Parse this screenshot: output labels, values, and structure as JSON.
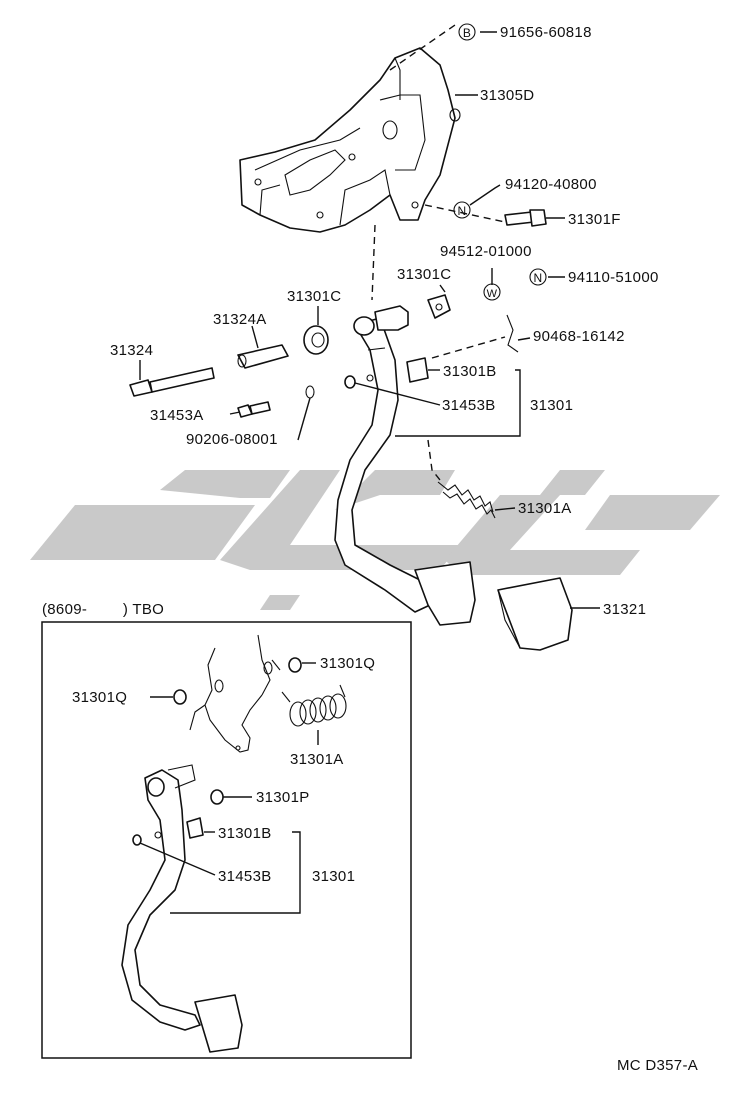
{
  "labels": {
    "p91656": "91656-60818",
    "p31305D": "31305D",
    "p94120": "94120-40800",
    "p31301F": "31301F",
    "p94512": "94512-01000",
    "p31301C_r": "31301C",
    "p94110": "94110-51000",
    "p31301C_l": "31301C",
    "p31324A": "31324A",
    "p90468": "90468-16142",
    "p31324": "31324",
    "p31301B": "31301B",
    "p31453A": "31453A",
    "p31453B": "31453B",
    "p31301": "31301",
    "p90206": "90206-08001",
    "p31301A": "31301A",
    "p31321": "31321",
    "inset_b_31301Q_r": "31301Q",
    "inset_b_31301Q_l": "31301Q",
    "inset_b_31301A": "31301A",
    "inset_b_31301P": "31301P",
    "inset_b_31301B": "31301B",
    "inset_b_31453B": "31453B",
    "inset_b_31301": "31301",
    "inset_title": "(8609-        ) TBO",
    "diagram_code": "MC D357-A"
  },
  "markers": {
    "B": "B",
    "N1": "N",
    "W": "W",
    "N2": "N"
  }
}
